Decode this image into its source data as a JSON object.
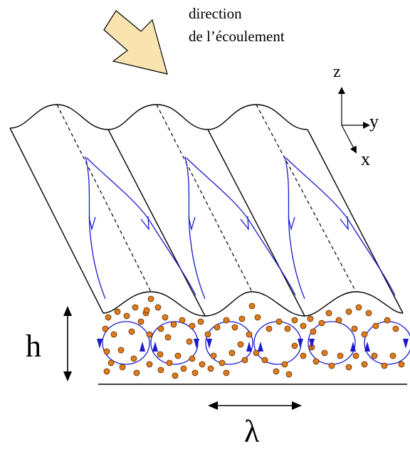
{
  "flow_direction": {
    "line1": "direction",
    "line2": "de l’écoulement"
  },
  "axes": {
    "z": "z",
    "y": "y",
    "x": "x"
  },
  "labels": {
    "height": "h",
    "wavelength": "λ"
  },
  "colors": {
    "outline": "#000000",
    "arrow_fill": "#f9e4b0",
    "streamline": "#1a1acc",
    "particle_fill": "#e07b1c",
    "particle_stroke": "#5a2e00"
  }
}
